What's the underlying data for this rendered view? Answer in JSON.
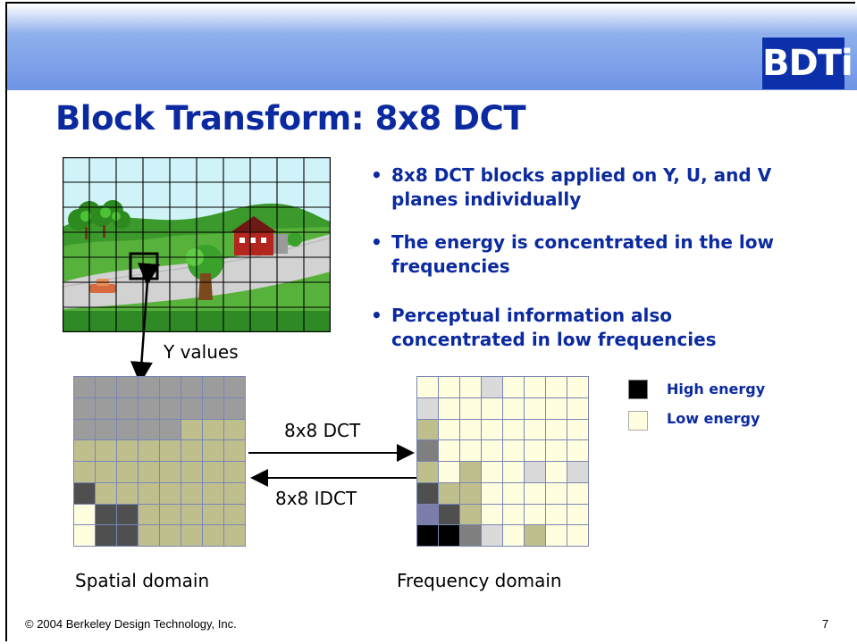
{
  "slide": {
    "logo_text": "BDTi",
    "title": "Block Transform: 8x8 DCT",
    "bullets": [
      {
        "dot": "•",
        "text": "8x8 DCT blocks applied on Y, U, and V planes individually"
      },
      {
        "dot": "•",
        "text": "The energy is concentrated in the low frequencies"
      },
      {
        "dot": "•",
        "text": "Perceptual information also concentrated in low frequencies"
      }
    ],
    "labels": {
      "y_values": "Y values",
      "dct": "8x8 DCT",
      "idct": "8x8 IDCT",
      "spatial": "Spatial domain",
      "frequency": "Frequency domain"
    },
    "legend": [
      {
        "label": "High energy",
        "color": "#000000"
      },
      {
        "label": "Low energy",
        "color": "#ffffe0"
      }
    ],
    "footer": {
      "copyright": "© 2004 Berkeley Design Technology, Inc.",
      "page_number": "7"
    }
  },
  "colors": {
    "title": "#0b2aa0",
    "header": "#6f94e6",
    "logo_bg": "#0b30a9"
  },
  "grids": {
    "palette": {
      "0": "#ffffe0",
      "1": "#bfbf8e",
      "2": "#8c8c8c",
      "3": "#3f3f3f",
      "4": "#000000",
      "5": "#7d7dab",
      "6": "#dadada",
      "7": "#7f7f7f",
      "8": "#9c9c9c",
      "9": "#4f4f4f"
    },
    "spatial": [
      "88888888",
      "88888888",
      "88888111",
      "11111111",
      "11111111",
      "91111111",
      "09911111",
      "09911111"
    ],
    "frequency": [
      "00060000",
      "60000000",
      "10000000",
      "70000000",
      "10100606",
      "91100000",
      "59100000",
      "44760100"
    ]
  }
}
